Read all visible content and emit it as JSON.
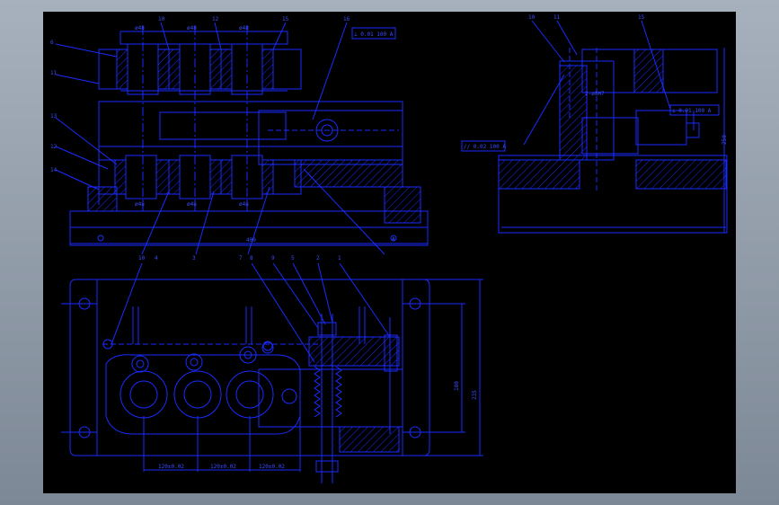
{
  "drawing": {
    "line_color": "#1a2cff",
    "background": "#000000",
    "views": [
      "front-view",
      "side-view",
      "plan-view"
    ]
  },
  "front_view": {
    "part_balloons": [
      "6",
      "11",
      "13",
      "12",
      "14",
      "10",
      "12",
      "15",
      "16"
    ],
    "bottom_balloons": [
      "10",
      "4",
      "3",
      "7",
      "8",
      "9",
      "5",
      "2",
      "1"
    ],
    "bore_dims": [
      "ø48",
      "ø48",
      "ø48",
      "ø48",
      "ø48",
      "ø48"
    ],
    "tolerance_frame": "⊥ 0.01 100 A",
    "datum": "A",
    "width_dim": "400"
  },
  "side_view": {
    "balloons": [
      "10",
      "11",
      "15"
    ],
    "tolerance_frame_1": "⊥ 0.01 100 A",
    "tolerance_frame_2": "// 0.02 100 A",
    "hole_note": "2-ø8H7",
    "height_dim": "250"
  },
  "plan_view": {
    "spacing_dims": [
      "120±0.02",
      "120±0.02",
      "120±0.02"
    ],
    "height_dim_outer": "235",
    "height_dim_inner": "180"
  }
}
